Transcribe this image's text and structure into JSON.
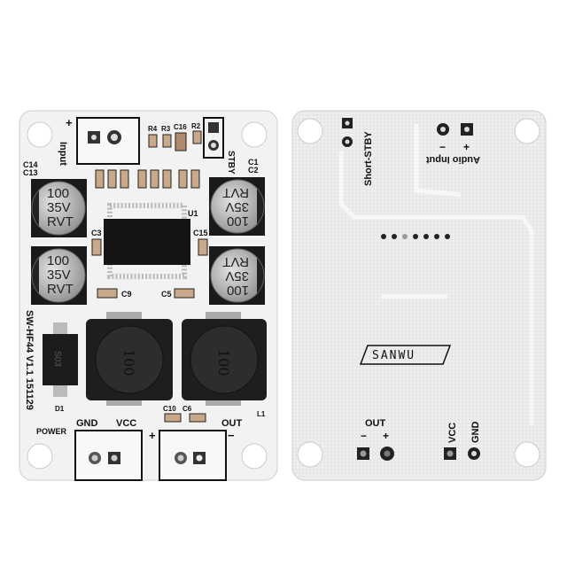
{
  "front_board": {
    "model_label": "SW-HF44  V1.1  151129",
    "input_label": "Input",
    "input_plus": "+",
    "stby_label": "STBY",
    "power_label": "POWER",
    "gnd_label": "GND",
    "vcc_label": "VCC",
    "out_label": "OUT",
    "out_plus": "+",
    "out_minus": "−",
    "capacitor_marking": [
      "100",
      "35V",
      "RVT"
    ],
    "inductor_marking": "100",
    "diode_marking": "S03",
    "component_labels": {
      "c14": "C14",
      "c13": "C13",
      "c1": "C1",
      "c2": "C2",
      "r4": "R4",
      "r3": "R3",
      "c16": "C16",
      "r2": "R2",
      "u1": "U1",
      "c3": "C3",
      "c15": "C15",
      "c5": "C5",
      "c9": "C9",
      "d1": "D1",
      "c10": "C10",
      "c6": "C6",
      "l1": "L1"
    }
  },
  "back_board": {
    "short_stby_label": "Short-STBY",
    "audio_input_label": "Audio Input",
    "audio_minus": "−",
    "audio_plus": "+",
    "brand": "SANWU",
    "out_label": "OUT",
    "out_minus": "−",
    "out_plus": "+",
    "vcc_label": "VCC",
    "gnd_label": "GND"
  },
  "colors": {
    "board": "#f1f1f1",
    "silkscreen": "#111111",
    "component": "#1e1e1e",
    "capacitor": "#b9b9b9"
  }
}
